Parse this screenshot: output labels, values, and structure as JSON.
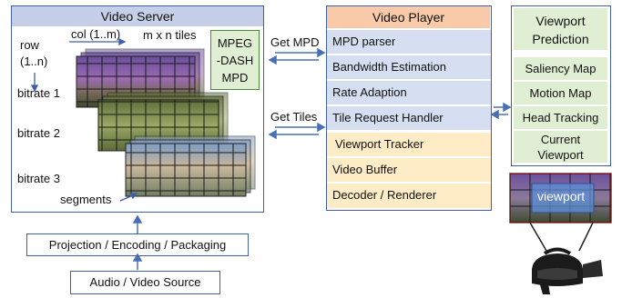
{
  "server": {
    "title": "Video Server",
    "col_label": "col (1..m)",
    "tiles_label": "m x n tiles",
    "row_label_1": "row",
    "row_label_2": "(1..n)",
    "bitrates": [
      "bitrate 1",
      "bitrate 2",
      "bitrate 3"
    ],
    "segments_label": "segments",
    "mpd_lines": [
      "MPEG",
      "-DASH",
      "MPD"
    ]
  },
  "arrows": {
    "get_mpd": "Get MPD",
    "get_tiles": "Get Tiles"
  },
  "player": {
    "title": "Video Player",
    "modules": [
      "MPD parser",
      "Bandwidth Estimation",
      "Rate Adaption",
      "Tile Request Handler",
      "Viewport Tracker",
      "Video Buffer",
      "Decoder / Renderer"
    ]
  },
  "prediction": {
    "title_lines": [
      "Viewport",
      "Prediction"
    ],
    "modules": [
      "Saliency Map",
      "Motion Map",
      "Head Tracking"
    ],
    "current_lines": [
      "Current",
      "Viewport"
    ]
  },
  "viewport_label": "viewport",
  "pipeline": {
    "projection": "Projection / Encoding / Packaging",
    "source": "Audio / Video Source"
  },
  "colors": {
    "blue_border": "#3f5fa8",
    "server_title_bg": "#c5cfe8",
    "player_title_bg": "#f8caa9",
    "player_blue_row": "#d6dff2",
    "player_yellow_row": "#fdecc6",
    "green": "#e0efd4",
    "green_border": "#4d8a3a",
    "arrow": "#4a6fb5"
  }
}
